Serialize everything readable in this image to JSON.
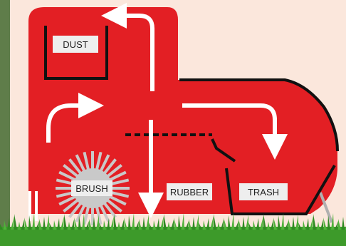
{
  "labels": {
    "dust": "DUST",
    "brush": "BRUSH",
    "rubber": "RUBBER",
    "trash": "TRASH"
  },
  "colors": {
    "background": "#fbe7dc",
    "machine_body": "#e31f24",
    "outline": "#111111",
    "arrow": "#ffffff",
    "label_box": "#eeeeee",
    "brush": "#c9c9c9",
    "grass": "#3d9a2a",
    "foliage": "#5f7d4a"
  },
  "icons": {
    "brush": "radiating-brush-icon",
    "grass": "grass-strip",
    "arrows": "airflow-arrow"
  }
}
